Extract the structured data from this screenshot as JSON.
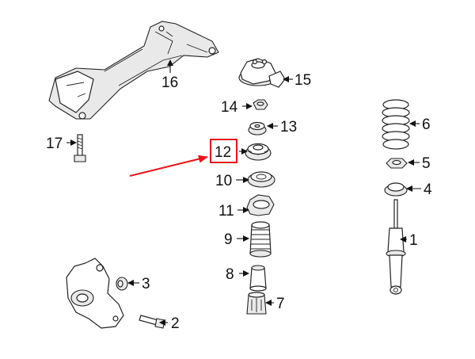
{
  "diagram": {
    "callouts": [
      {
        "id": "1",
        "label": "1"
      },
      {
        "id": "2",
        "label": "2"
      },
      {
        "id": "3",
        "label": "3"
      },
      {
        "id": "4",
        "label": "4"
      },
      {
        "id": "5",
        "label": "5"
      },
      {
        "id": "6",
        "label": "6"
      },
      {
        "id": "7",
        "label": "7"
      },
      {
        "id": "8",
        "label": "8"
      },
      {
        "id": "9",
        "label": "9"
      },
      {
        "id": "10",
        "label": "10"
      },
      {
        "id": "11",
        "label": "11"
      },
      {
        "id": "12",
        "label": "12"
      },
      {
        "id": "13",
        "label": "13"
      },
      {
        "id": "14",
        "label": "14"
      },
      {
        "id": "15",
        "label": "15"
      },
      {
        "id": "16",
        "label": "16"
      },
      {
        "id": "17",
        "label": "17"
      }
    ],
    "highlighted_callout": "12",
    "colors": {
      "highlight": "#e8151b",
      "line": "#222222",
      "background": "#ffffff"
    }
  }
}
